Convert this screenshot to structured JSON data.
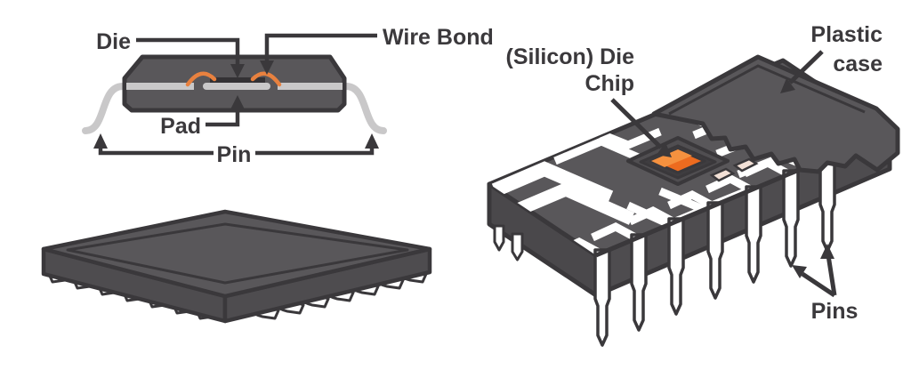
{
  "figure": {
    "description": "IC package anatomy diagram",
    "cross_section": {
      "die_label": "Die",
      "wire_bond_label": "Wire Bond",
      "pad_label": "Pad",
      "pin_label": "Pin"
    },
    "dip_cutaway": {
      "die_chip_label_line1": "(Silicon) Die",
      "die_chip_label_line2": "Chip",
      "case_label_line1": "Plastic",
      "case_label_line2": "case",
      "pins_label": "Pins"
    },
    "colors": {
      "package_body": "#59575A",
      "package_shade": "#4E4C4F",
      "outline": "#3A383B",
      "lead_gray": "#C9C8C9",
      "trace_white": "#FFFFFF",
      "die_orange": "#ED6B1F",
      "die_highlight": "#F5913F",
      "bond_wire_orange": "#E8813F",
      "label_text": "#3B393C",
      "exposed_tab": "#F2E0D6",
      "background": "#FFFFFF"
    }
  }
}
